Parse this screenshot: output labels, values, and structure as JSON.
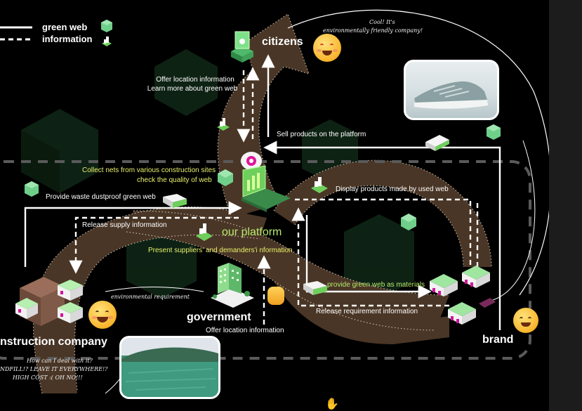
{
  "legend": {
    "items": [
      {
        "label": "green web",
        "style": "solid"
      },
      {
        "label": "information",
        "style": "dashed"
      }
    ]
  },
  "nodes": {
    "citizens": "citizens",
    "our_platform": "our platform",
    "government": "government",
    "construction_company": "nstruction company",
    "brand": "brand"
  },
  "flows": {
    "offer_location_citizens_1": "Offer location information",
    "offer_location_citizens_2": "Learn more about green web",
    "sell_products": "Sell products on the platform",
    "collect_nets_1": "Collect nets from various construction sites",
    "collect_nets_2": "check the quality of web",
    "display_products": "Display products made by used web",
    "provide_waste": "Provide waste dustproof green web",
    "release_supply": "Release supply information",
    "present_suppliers": "Present suppliers' and demanders'i nformation",
    "provide_materials": "provide green web as materials",
    "release_requirement": "Release requirement information",
    "offer_location_government": "Offer location information",
    "environmental_requirement": "environmental requirement"
  },
  "notes": {
    "citizen_quote_1": "Cool! It's",
    "citizen_quote_2": "environmentally friendly company!",
    "company_quote_1": "How can I deal with it?",
    "company_quote_2": "NDFILL!?    LEAVE IT EVERYWHERE!?",
    "company_quote_3": "HIGH COST :(  OH NO!!!"
  },
  "colors": {
    "background": "#000000",
    "flow_band": "#4a3626",
    "accent_green": "#6fcf5c",
    "label_yellow": "#e8f06a",
    "line": "#ffffff"
  },
  "icons": [
    "cube-icon",
    "hand-icon",
    "laptop-icon",
    "cloud-icon",
    "truck-icon",
    "building-icon",
    "factory-icon",
    "thumbs-up-icon",
    "emoji-smile-icon",
    "emoji-heart-icon",
    "emoji-party-icon",
    "sneaker-photo",
    "construction-site-photo",
    "hand-cursor-icon"
  ]
}
